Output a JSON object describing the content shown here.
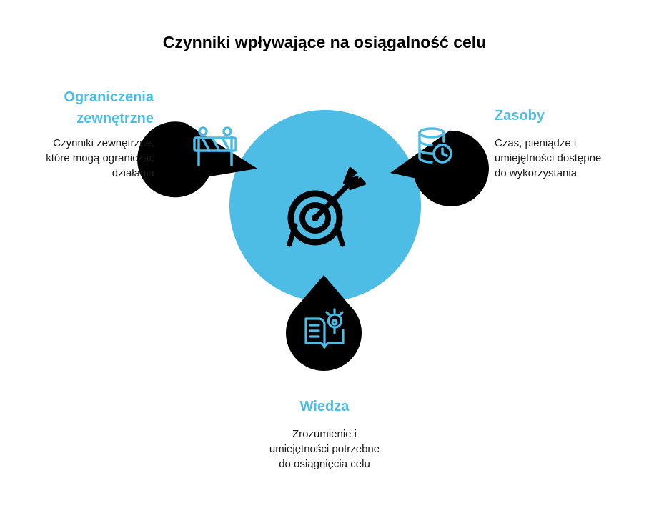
{
  "title": "Czynniki wpływające na osiągalność celu",
  "center": {
    "icon": "target-icon"
  },
  "nodes": [
    {
      "id": "left",
      "heading": "Ograniczenia zewnętrzne",
      "heading_lines": [
        "Ograniczenia",
        "zewnętrzne"
      ],
      "description_lines": [
        "Czynniki zewnętrzne,",
        "które mogą ograniczać",
        "działania"
      ],
      "icon": "barrier-icon"
    },
    {
      "id": "right",
      "heading": "Zasoby",
      "description_lines": [
        "Czas, pieniądze i",
        "umiejętności dostępne",
        "do wykorzystania"
      ],
      "icon": "database-clock-icon"
    },
    {
      "id": "bottom",
      "heading": "Wiedza",
      "description_lines": [
        "Zrozumienie i",
        "umiejętności potrzebne",
        "do osiągnięcia celu"
      ],
      "icon": "book-lightbulb-icon"
    }
  ],
  "colors": {
    "accent": "#4dbde6",
    "node_fill": "#000000",
    "text": "#1a1a1a"
  }
}
